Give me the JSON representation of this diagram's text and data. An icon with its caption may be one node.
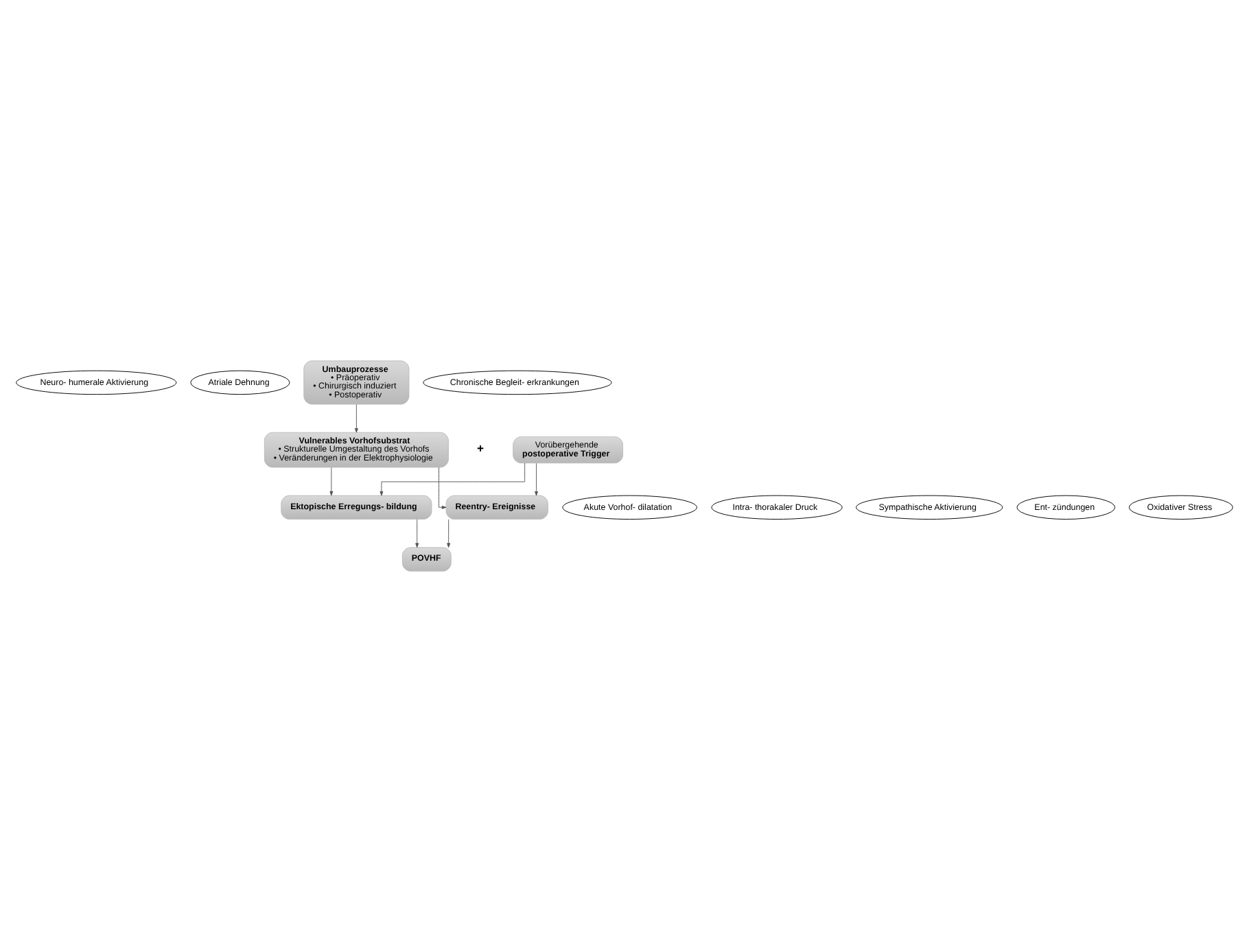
{
  "diagram": {
    "nodes": [
      {
        "text": [
          "Neuro- humerale Aktivierung"
        ]
      },
      {
        "text": [
          "Atriale Dehnung"
        ]
      },
      {
        "text": [
          "Umbauprozesse",
          "• Präoperativ",
          "• Chirurgisch induziert",
          "• Postoperativ"
        ]
      },
      {
        "text": [
          "Chronische Begleit- erkrankungen"
        ]
      },
      {
        "text": [
          "Vulnerables Vorhofsubstrat",
          "• Strukturelle Umgestaltung des Vorhofs",
          "• Veränderungen in der Elektrophysiologie"
        ]
      },
      {
        "text": [
          "Vorübergehende",
          "postoperative Trigger"
        ]
      },
      {
        "text": [
          "Akute Vorhof- dilatation"
        ]
      },
      {
        "text": [
          "Intra- thorakaler Druck"
        ]
      },
      {
        "text": [
          "Sympathische Aktivierung"
        ]
      },
      {
        "text": [
          "Ent- zündungen"
        ]
      },
      {
        "text": [
          "Oxidativer Stress"
        ]
      },
      {
        "text": [
          "Ektopische Erregungs- bildung"
        ]
      },
      {
        "text": [
          "Reentry- Ereignisse"
        ]
      },
      {
        "text": [
          "POVHF"
        ]
      }
    ],
    "edges": [
      {
        "from": 2,
        "to": 4,
        "arrow": "to"
      },
      {
        "from": 4,
        "to": 11,
        "arrow": "to"
      },
      {
        "from": 4,
        "to": 12,
        "arrow": "to"
      },
      {
        "from": 5,
        "to": 11,
        "arrow": "to"
      },
      {
        "from": 5,
        "to": 12,
        "arrow": "to"
      },
      {
        "from": 11,
        "to": 13,
        "arrow": "to"
      },
      {
        "from": 12,
        "to": 13,
        "arrow": "to"
      }
    ],
    "labels": [
      "+"
    ]
  }
}
